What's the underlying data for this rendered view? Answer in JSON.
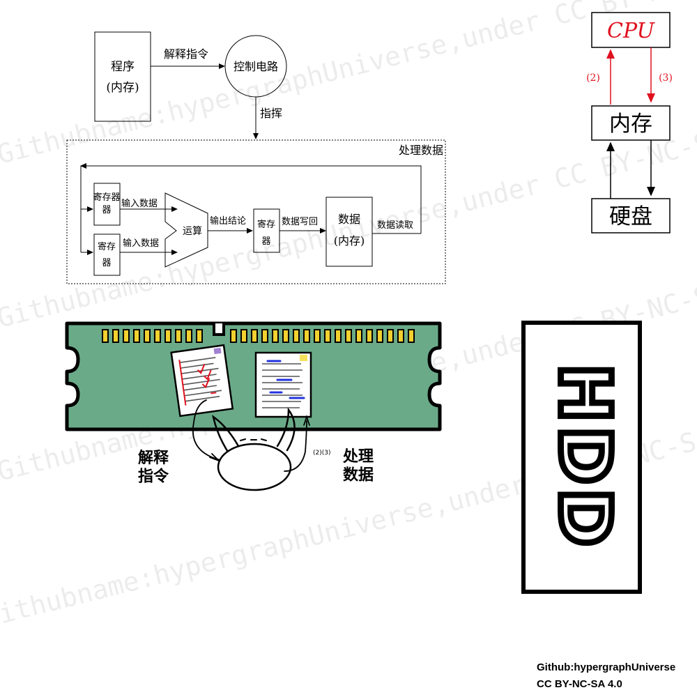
{
  "flow": {
    "program_label": "程序",
    "program_sub": "(内存)",
    "decode_label": "解释指令",
    "control_label": "控制电路",
    "command_label": "指挥",
    "process_title": "处理数据",
    "register_label": "寄存器",
    "input_label": "输入数据",
    "alu_label": "运算",
    "output_label": "输出结论",
    "writeback_label": "数据写回",
    "data_label": "数据",
    "data_sub": "(内存)",
    "read_label": "数据读取"
  },
  "hierarchy": {
    "cpu": "CPU",
    "memory": "内存",
    "disk": "硬盘",
    "step2": "(2)",
    "step3": "(3)",
    "accent_color": "#e0101e"
  },
  "sketch": {
    "ram_color": "#6aaa88",
    "pin_color": "#f2d030",
    "decode_label": "解释\n指令",
    "process_steps": "(2)(3)",
    "process_label": "处理\n数据",
    "hdd_label": "HDD"
  },
  "watermark": "Githubname:hypergraphUniverse,under CC BY-NC-SA 4.0",
  "credits": {
    "line1": "Github:hypergraphUniverse",
    "line2": "CC BY-NC-SA 4.0"
  }
}
